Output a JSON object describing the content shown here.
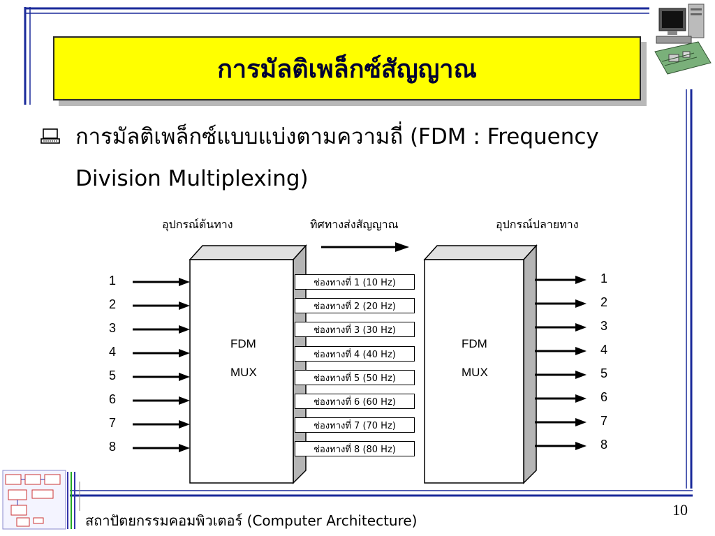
{
  "slide": {
    "title": "การมัลติเพล็กซ์สัญญาณ",
    "bullet_line1": "การมัลติเพล็กซ์แบบแบ่งตามความถี่ (FDM : Frequency",
    "bullet_line2": "Division Multiplexing)",
    "bullet_icon": "computer-bullet-icon",
    "footer": "สถาปัตยกรรมคอมพิวเตอร์ (Computer Architecture)",
    "page_number": "10"
  },
  "diagram": {
    "source_heading": "อุปกรณ์ต้นทาง",
    "direction_heading": "ทิศทางส่งสัญญาณ",
    "dest_heading": "อุปกรณ์ปลายทาง",
    "left_box": {
      "line1": "FDM",
      "line2": "MUX"
    },
    "right_box": {
      "line1": "FDM",
      "line2": "MUX"
    },
    "inputs": [
      "1",
      "2",
      "3",
      "4",
      "5",
      "6",
      "7",
      "8"
    ],
    "outputs": [
      "1",
      "2",
      "3",
      "4",
      "5",
      "6",
      "7",
      "8"
    ],
    "channels": [
      "ช่องทางที่ 1 (10 Hz)",
      "ช่องทางที่ 2 (20 Hz)",
      "ช่องทางที่ 3 (30 Hz)",
      "ช่องทางที่ 4 (40 Hz)",
      "ช่องทางที่ 5 (50 Hz)",
      "ช่องทางที่ 6 (60 Hz)",
      "ช่องทางที่ 7 (70 Hz)",
      "ช่องทางที่ 8 (80 Hz)"
    ]
  },
  "colors": {
    "frame_blue": "#1a2a9a",
    "title_bg": "#ffff00",
    "box_shade": "#c8c8c8"
  }
}
